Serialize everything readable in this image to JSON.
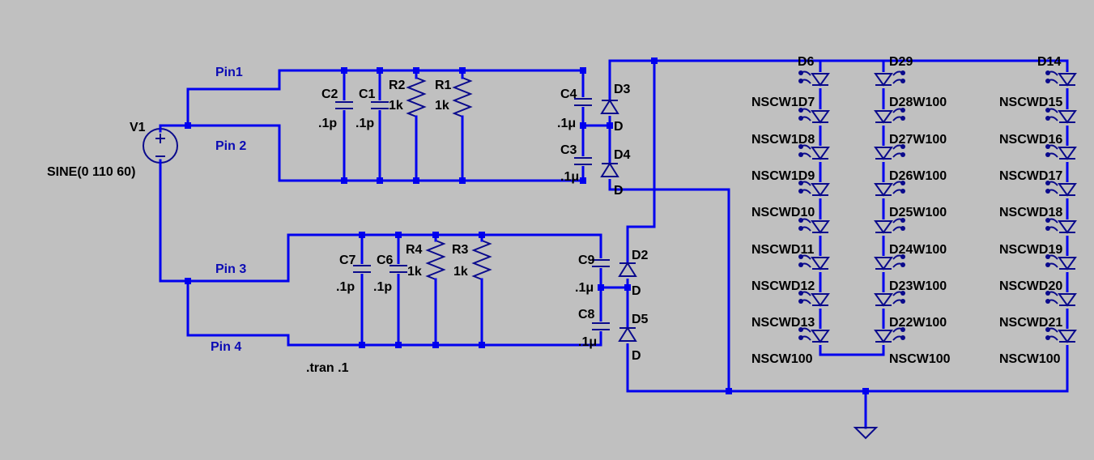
{
  "source": {
    "name": "V1",
    "value": "SINE(0 110 60)"
  },
  "nets": [
    "Pin1",
    "Pin 2",
    "Pin 3",
    "Pin 4"
  ],
  "directive": ".tran .1",
  "capacitors": [
    {
      "name": "C2",
      "value": ".1p"
    },
    {
      "name": "C1",
      "value": ".1p"
    },
    {
      "name": "C4",
      "value": ".1μ"
    },
    {
      "name": "C3",
      "value": ".1μ"
    },
    {
      "name": "C7",
      "value": ".1p"
    },
    {
      "name": "C6",
      "value": ".1p"
    },
    {
      "name": "C9",
      "value": ".1μ"
    },
    {
      "name": "C8",
      "value": ".1μ"
    }
  ],
  "resistors": [
    {
      "name": "R2",
      "value": "1k"
    },
    {
      "name": "R1",
      "value": "1k"
    },
    {
      "name": "R4",
      "value": "1k"
    },
    {
      "name": "R3",
      "value": "1k"
    }
  ],
  "rectifiers": [
    {
      "name": "D3",
      "model": "D"
    },
    {
      "name": "D4",
      "model": "D"
    },
    {
      "name": "D2",
      "model": "D"
    },
    {
      "name": "D5",
      "model": "D"
    }
  ],
  "led_columns": [
    {
      "top": "D6",
      "lines": [
        "NSCW1D7",
        "NSCW1D8",
        "NSCW1D9",
        "NSCWD10",
        "NSCWD11",
        "NSCWD12",
        "NSCWD13",
        "NSCW100"
      ]
    },
    {
      "top": "D29",
      "lines": [
        "D28W100",
        "D27W100",
        "D26W100",
        "D25W100",
        "D24W100",
        "D23W100",
        "D22W100",
        "NSCW100"
      ]
    },
    {
      "top": "D14",
      "lines": [
        "NSCWD15",
        "NSCWD16",
        "NSCWD17",
        "NSCWD18",
        "NSCWD19",
        "NSCWD20",
        "NSCWD21",
        "NSCW100"
      ]
    }
  ]
}
